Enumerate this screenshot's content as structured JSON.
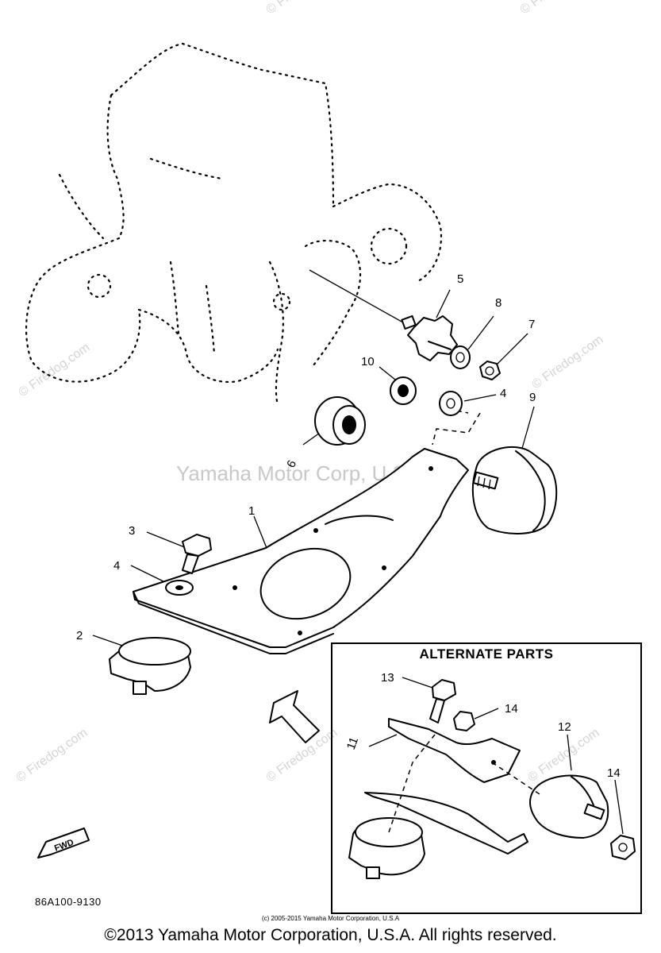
{
  "watermark": {
    "main": "Yamaha Motor Corp, U.S.A.",
    "site": "© Firedog.com"
  },
  "callouts": [
    "1",
    "2",
    "3",
    "4",
    "4",
    "5",
    "6",
    "7",
    "8",
    "9",
    "10",
    "11",
    "12",
    "13",
    "14",
    "14"
  ],
  "alternate_parts": {
    "title": "ALTERNATE PARTS"
  },
  "fwd_label": "FWD",
  "drawing_code": "86A100-9130",
  "small_copyright": "(c) 2005-2015 Yamaha Motor Corporation, U.S.A",
  "footer_copyright": "©2013 Yamaha Motor Corporation, U.S.A. All rights reserved."
}
